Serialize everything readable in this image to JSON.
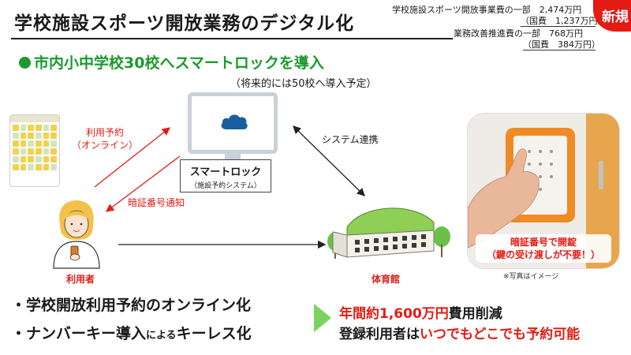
{
  "header": {
    "title": "学校施設スポーツ開放業務のデジタル化",
    "badge": "新規",
    "budget": {
      "line1": "学校施設スポーツ開放事業費の一部　2,474万円",
      "line2": "（国費　1,237万円）",
      "line3": "業務改善推進費の一部　768万円",
      "line4": "（国費　384万円）"
    }
  },
  "subtitle": {
    "text": "市内小中学校30校へスマートロックを導入",
    "note": "（将来的には50校へ導入予定）"
  },
  "diagram": {
    "reserve_label_1": "利用予約",
    "reserve_label_2": "（オンライン）",
    "code_notice_label": "暗証番号通知",
    "smartlock_name": "スマートロック",
    "smartlock_sub": "（施設予約システム）",
    "system_link_label": "システム連携",
    "user_label": "利用者",
    "gym_label": "体育館",
    "photo_caption_1": "暗証番号で開錠",
    "photo_caption_2": "（鍵の受け渡しが不要！）",
    "photo_note": "※写真はイメージ"
  },
  "bottom": {
    "bullet1": "・学校開放利用予約のオンライン化",
    "bullet2_a": "・ナンバーキー導入",
    "bullet2_b": "による",
    "bullet2_c": "キーレス化",
    "result1_a": "年間約1,600万円",
    "result1_b": "費用削減",
    "result2_a": "登録利用者は",
    "result2_b": "いつでもどこでも予約可能"
  },
  "colors": {
    "accent_green": "#1a9a2e",
    "accent_red": "#e41b13",
    "arrow_green": "#7bd35f",
    "cloud_blue": "#1b5e9e",
    "lock_orange": "#f08a24"
  }
}
